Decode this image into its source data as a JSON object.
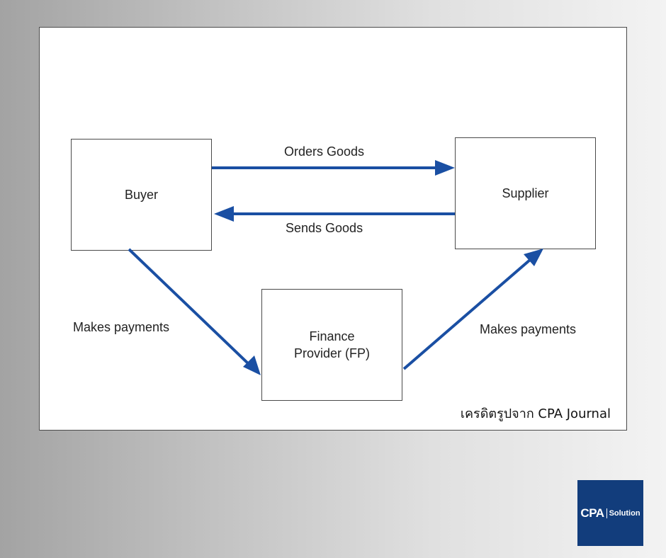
{
  "diagram": {
    "nodes": {
      "buyer": "Buyer",
      "supplier": "Supplier",
      "finance_provider": "Finance\nProvider (FP)"
    },
    "edges": {
      "orders_goods": "Orders Goods",
      "sends_goods": "Sends Goods",
      "buyer_to_fp": "Makes payments",
      "fp_to_supplier": "Makes payments"
    }
  },
  "credit": "เครดิตรูปจาก CPA Journal",
  "logo": {
    "main": "CPA",
    "sub": "Solution"
  },
  "colors": {
    "arrow": "#1a4fa3",
    "logo_background": "#123d7c"
  }
}
